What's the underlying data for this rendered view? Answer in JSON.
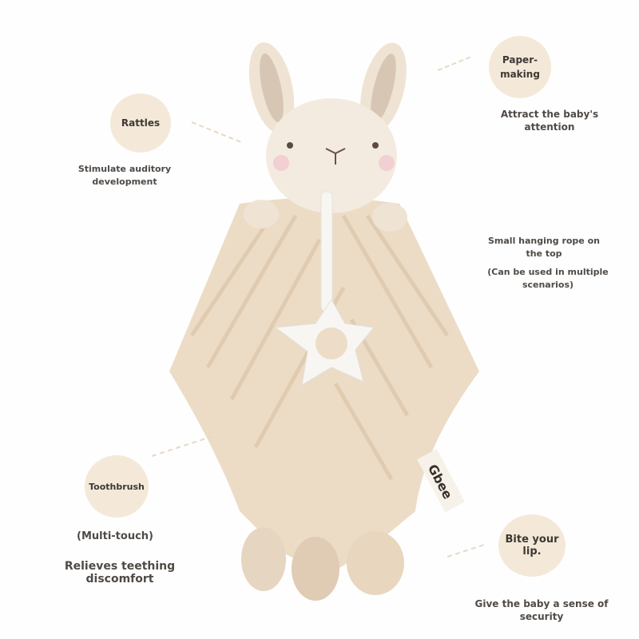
{
  "features": {
    "rattles": {
      "label": "Rattles",
      "desc": [
        "Stimulate auditory",
        "development"
      ]
    },
    "paper": {
      "label": [
        "Paper-",
        "making"
      ],
      "desc": "Attract the baby's attention"
    },
    "rope": {
      "desc": [
        "Small hanging rope on",
        "the top"
      ],
      "note": [
        "(Can be used in multiple",
        "scenarios)"
      ]
    },
    "toothbrush": {
      "label": "Toothbrush",
      "note": "(Multi-touch)",
      "desc": "Relieves teething discomfort"
    },
    "bite": {
      "label": "Bite your lip.",
      "desc": "Give the baby a sense of security"
    }
  },
  "product": {
    "tag_brand": "Gbee"
  },
  "colors": {
    "circle": "#f4e9d8",
    "fabric": "#ecdcc6",
    "stripe": "#dcc5a8",
    "teether": "#f7f6f3"
  }
}
